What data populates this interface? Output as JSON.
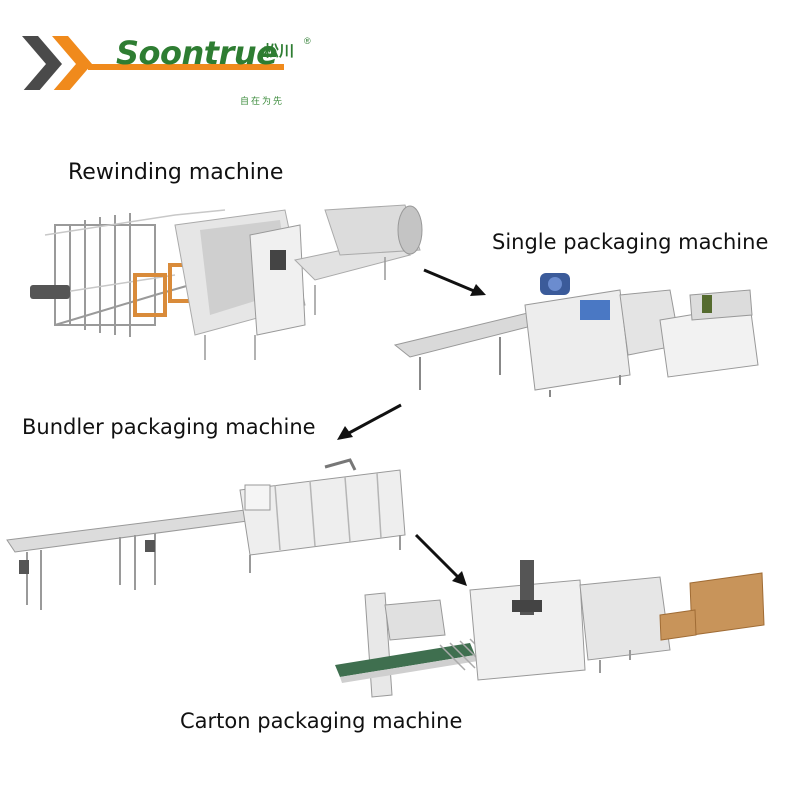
{
  "logo": {
    "brand": "Soontrue",
    "brand_cn": "松川",
    "registered": "®",
    "slogan": "自在为先",
    "colors": {
      "green": "#2e7d32",
      "orange": "#f08a1c",
      "gray": "#4a4a4a"
    }
  },
  "stages": [
    {
      "label": "Rewinding machine"
    },
    {
      "label": "Single packaging machine"
    },
    {
      "label": "Bundler packaging machine"
    },
    {
      "label": "Carton packaging machine"
    }
  ],
  "flow_arrows": [
    "rewinding-to-single",
    "single-to-bundler",
    "bundler-to-carton"
  ]
}
